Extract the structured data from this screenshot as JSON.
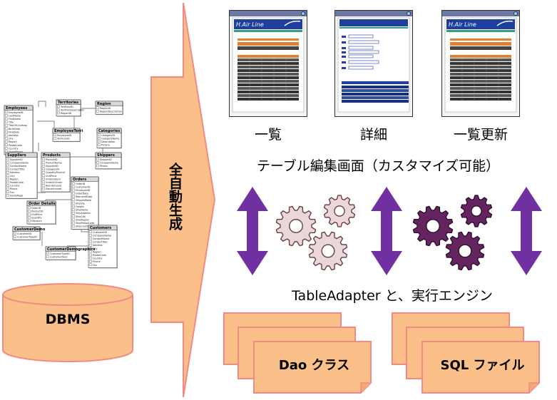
{
  "erd": {
    "tables": [
      {
        "name": "Employees",
        "fields": [
          "EmployeeID",
          "LastName",
          "FirstName",
          "Title",
          "TitleOfCourtesy",
          "BirthDate",
          "HireDate",
          "Address",
          "City",
          "Region",
          "PostalCode",
          "Country",
          "HomePhone"
        ]
      },
      {
        "name": "Territories",
        "fields": [
          "TerritoryID",
          "TerritoryDescription",
          "RegionID"
        ]
      },
      {
        "name": "Region",
        "fields": [
          "RegionID",
          "RegionDescription"
        ]
      },
      {
        "name": "EmployeeTerri",
        "fields": [
          "EmployeeID",
          "TerritoryID"
        ]
      },
      {
        "name": "Categories",
        "fields": [
          "CategoryID",
          "CategoryName",
          "Description",
          "Picture"
        ]
      },
      {
        "name": "Suppliers",
        "fields": [
          "SupplierID",
          "CompanyName",
          "ContactName",
          "ContactTitle",
          "Address",
          "City",
          "Region",
          "PostalCode",
          "Country",
          "Phone",
          "Fax",
          "HomePage"
        ]
      },
      {
        "name": "Products",
        "fields": [
          "ProductID",
          "ProductName",
          "SupplierID",
          "CategoryID",
          "QuantityPerUnit",
          "UnitPrice",
          "UnitsInStock",
          "UnitsOnOrder",
          "ReorderLevel",
          "Discontinued"
        ]
      },
      {
        "name": "Shippers",
        "fields": [
          "ShipperID",
          "CompanyName",
          "Phone"
        ]
      },
      {
        "name": "Orders",
        "fields": [
          "OrderID",
          "CustomerID",
          "EmployeeID",
          "OrderDate",
          "RequiredDate",
          "ShippedDate",
          "ShipVia",
          "Freight",
          "ShipName",
          "ShipAddress",
          "ShipCity",
          "ShipRegion",
          "ShipPostalCode",
          "ShipCountry"
        ]
      },
      {
        "name": "Order Details",
        "fields": [
          "OrderID",
          "ProductID",
          "UnitPrice",
          "Quantity",
          "Discount"
        ]
      },
      {
        "name": "CustomerDemo",
        "fields": [
          "CustomerID",
          "CustomerTypeID"
        ]
      },
      {
        "name": "Customers",
        "fields": [
          "CustomerID",
          "CompanyName",
          "ContactName",
          "ContactTitle",
          "Address",
          "City",
          "Region",
          "PostalCode",
          "Country",
          "Phone",
          "Fax"
        ]
      },
      {
        "name": "CustomerDemographics",
        "fields": [
          "CustomerTypeID",
          "CustomerDesc"
        ]
      }
    ]
  },
  "dbms": {
    "label": "DBMS"
  },
  "generate": {
    "label": "全自動生成"
  },
  "screens": [
    {
      "caption": "一覧",
      "brand": "H.Air Line"
    },
    {
      "caption": "詳細",
      "brand": ""
    },
    {
      "caption": "一覧更新",
      "brand": "H.Air Line"
    }
  ],
  "screens_title": "テーブル編集画面（カスタマイズ可能）",
  "engine_label": "TableAdapter と、実行エンジン",
  "file_groups": [
    {
      "label": "Dao クラス"
    },
    {
      "label": "SQL ファイル"
    }
  ],
  "colors": {
    "orange": "#fbc08a",
    "orange_border": "#f08a84",
    "purple": "#7030a0",
    "gear_light": "#ead7d9",
    "gear_dark": "#63245f",
    "screen_blue": "#1f3f9f"
  }
}
